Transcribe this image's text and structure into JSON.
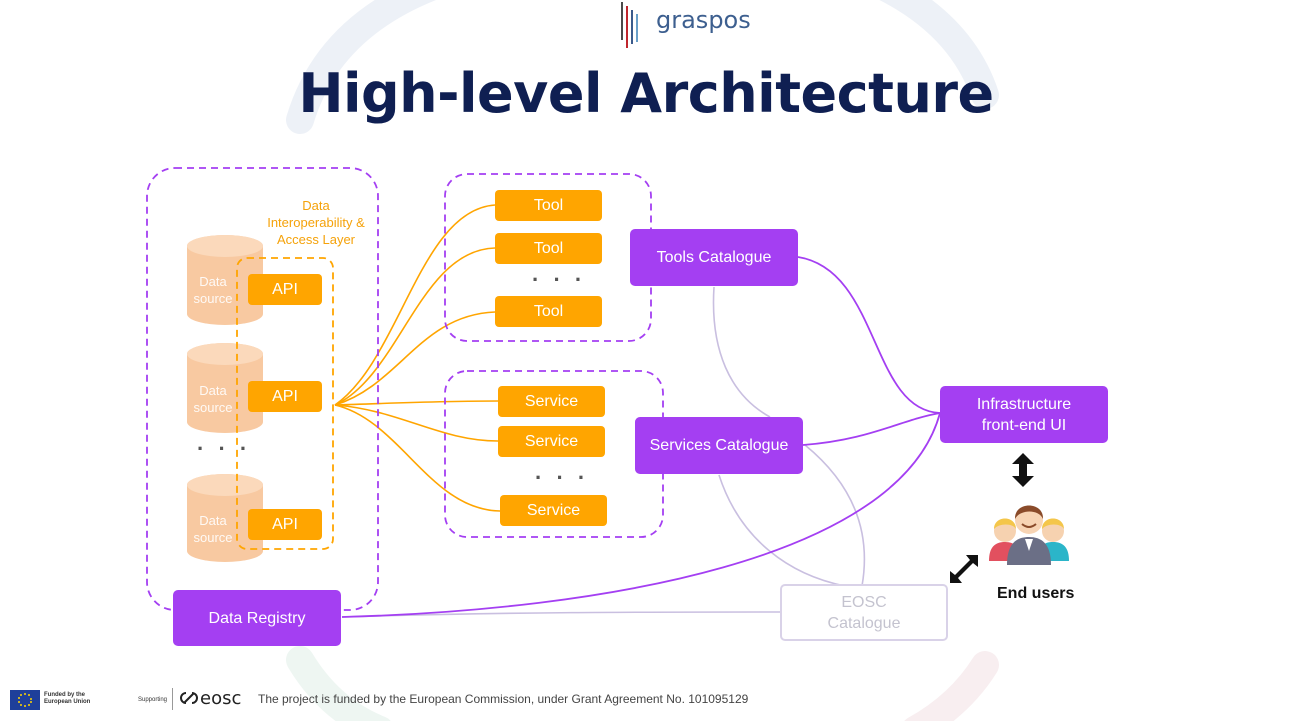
{
  "header": {
    "logo_text": "graspos",
    "title": "High-level Architecture"
  },
  "data_sources": {
    "label": "Data source",
    "count_shown": 3,
    "ellipsis": "· · ·"
  },
  "access_layer": {
    "label": "Data Interoperability & Access Layer",
    "api_label": "API"
  },
  "tools": {
    "items": [
      "Tool",
      "Tool",
      "Tool"
    ],
    "ellipsis": "· · ·"
  },
  "services": {
    "items": [
      "Service",
      "Service",
      "Service"
    ],
    "ellipsis": "· · ·"
  },
  "catalogues": {
    "tools": "Tools Catalogue",
    "services": "Services Catalogue",
    "eosc": "EOSC Catalogue"
  },
  "data_registry": "Data Registry",
  "frontend": "Infrastructure front-end UI",
  "end_users": "End users",
  "footer": {
    "eu_label": "Funded by the European Union",
    "supporting": "Supporting",
    "eosc_logo": "eosc",
    "grant_text": "The project is funded by the European Commission, under Grant Agreement No. 101095129"
  },
  "colors": {
    "purple": "#a43ff2",
    "orange": "#ffa500",
    "data_source": "#f8c9a1",
    "title": "#0f1f52"
  },
  "icons": [
    "users-icon",
    "double-arrow-vertical-icon",
    "double-arrow-diagonal-icon",
    "eu-flag-icon",
    "eosc-logo-icon"
  ]
}
